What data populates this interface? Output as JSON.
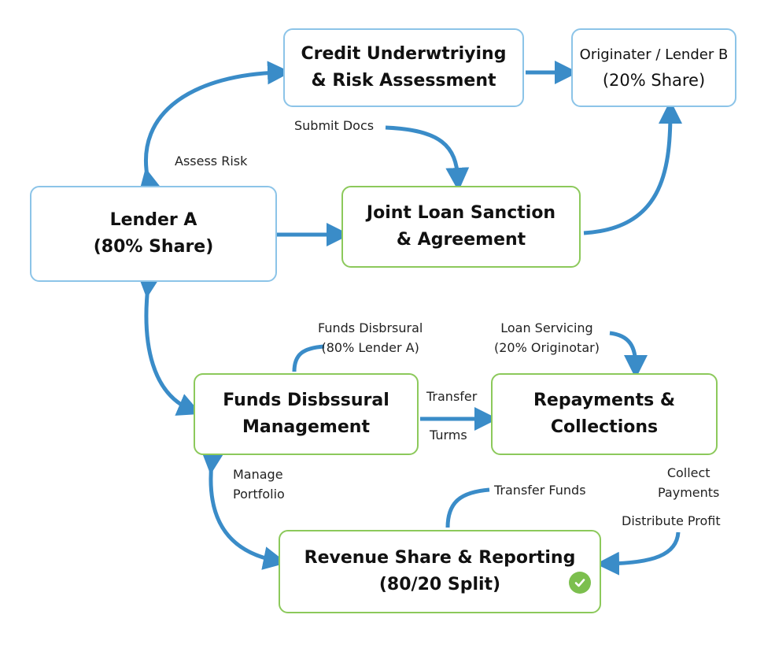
{
  "nodes": {
    "credit": {
      "line1": "Credit Underwtriying",
      "line2": "& Risk Assessment"
    },
    "originator": {
      "line1": "Originater / Lender B",
      "line2": "(20% Share)"
    },
    "lender_a": {
      "line1": "Lender A",
      "line2": "(80% Share)"
    },
    "joint": {
      "line1": "Joint Loan Sanction",
      "line2": "& Agreement"
    },
    "funds": {
      "line1": "Funds Disbssural",
      "line2": "Management"
    },
    "repay": {
      "line1": "Repayments &",
      "line2": "Collections"
    },
    "revenue": {
      "line1": "Revenue Share & Reporting",
      "line2": "(80/20 Split)"
    }
  },
  "labels": {
    "submit_docs": "Submit Docs",
    "assess_risk": "Assess Risk",
    "funds_disb_1": "Funds Disbrsural",
    "funds_disb_2": "(80% Lender A)",
    "loan_serv_1": "Loan Servicing",
    "loan_serv_2": "(20% Originotar)",
    "transfer": "Transfer",
    "turms": "Turms",
    "manage_1": "Manage",
    "manage_2": "Portfolio",
    "transfer_funds": "Transfer Funds",
    "collect_1": "Collect",
    "collect_2": "Payments",
    "distribute": "Distribute Profit"
  },
  "icons": {
    "status": "check-circle-icon"
  },
  "colors": {
    "arrow": "#3a8cc8",
    "blue_border": "#8cc4e8",
    "green_border": "#8cc95b",
    "check": "#7cbf4e"
  }
}
